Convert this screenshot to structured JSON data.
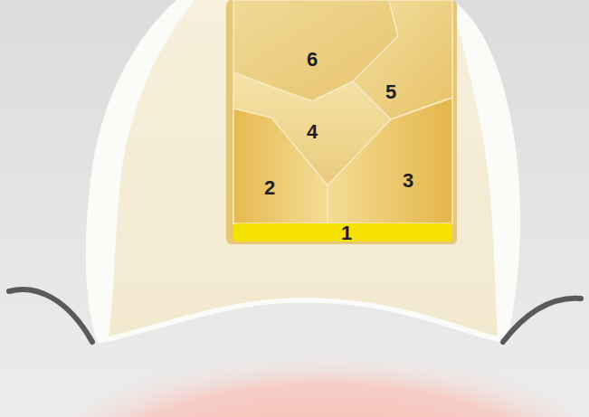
{
  "diagram": {
    "labels": [
      "6",
      "5",
      "4",
      "2",
      "3",
      "1"
    ]
  }
}
